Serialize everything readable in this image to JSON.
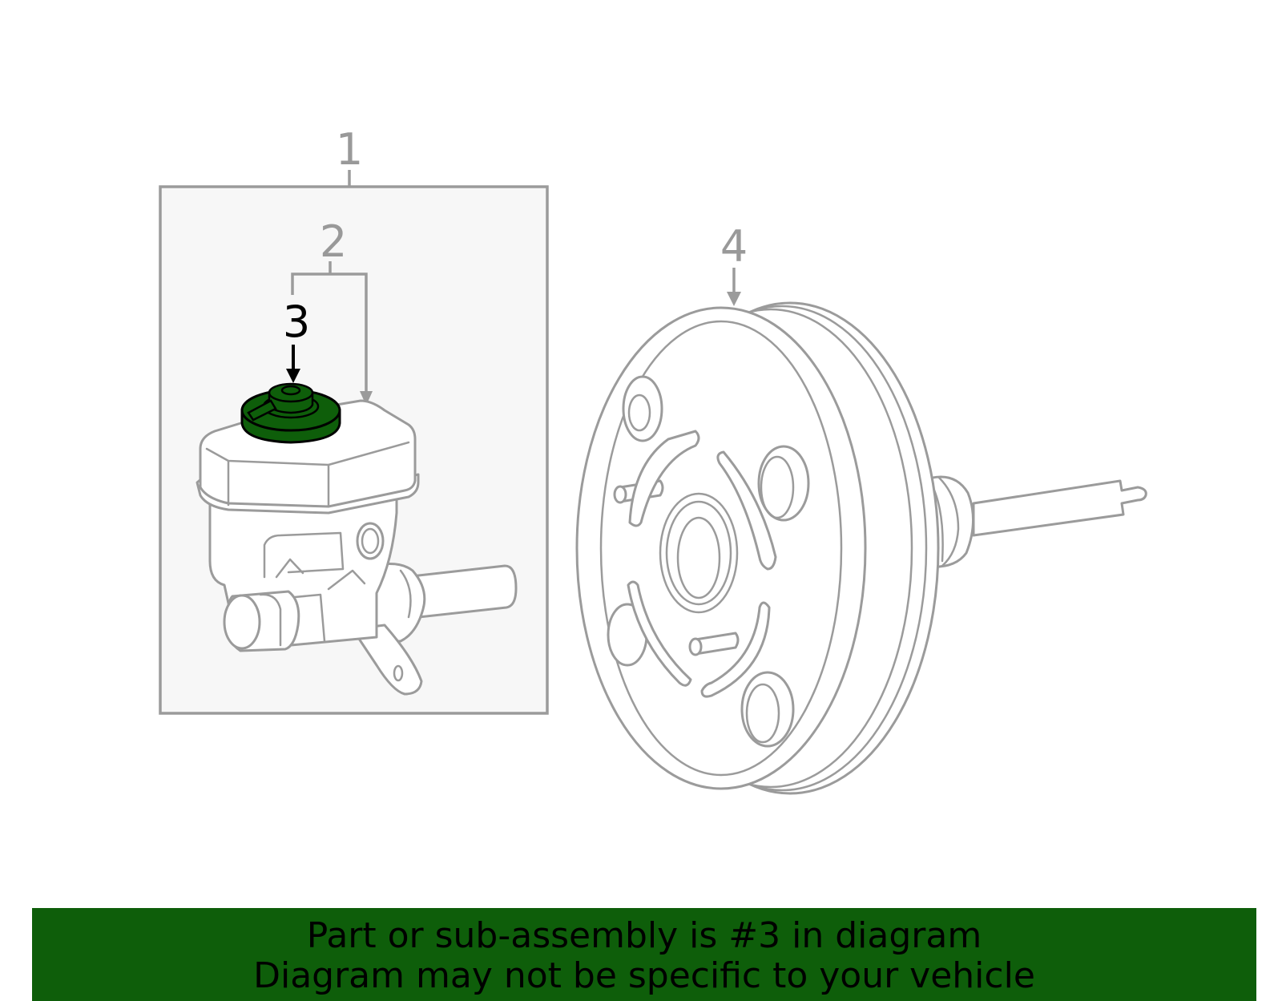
{
  "callouts": {
    "c1": "1",
    "c2": "2",
    "c3": "3",
    "c4": "4"
  },
  "highlight_color": "#0e5e0a",
  "line_color": "#9b9b9b",
  "banner": {
    "line1": "Part or sub-assembly is #3 in diagram",
    "line2": "Diagram may not be specific to your vehicle"
  }
}
